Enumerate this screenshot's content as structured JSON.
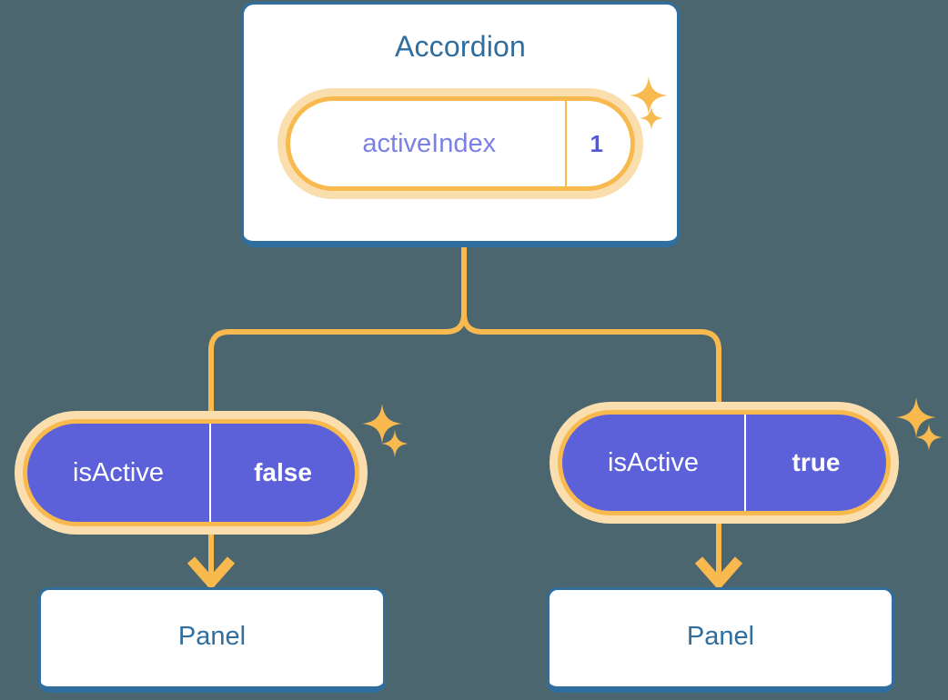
{
  "diagram": {
    "type": "component-tree",
    "title_text": "React component state propagation diagram",
    "background_color": "#4C6670",
    "accent_blue": "#2F6E9F",
    "accent_orange": "#F8B94F",
    "accent_orange_halo": "#FBDEAE",
    "accent_purple": "#5C61DA",
    "accent_purple_text": "#7B80E4",
    "card_background": "#FFFFFF"
  },
  "root": {
    "component_name": "Accordion",
    "prop": {
      "key": "activeIndex",
      "value": "1",
      "style": "light"
    }
  },
  "branches": [
    {
      "id": "left",
      "prop": {
        "key": "isActive",
        "value": "false",
        "style": "purple"
      },
      "child": {
        "component_name": "Panel"
      }
    },
    {
      "id": "right",
      "prop": {
        "key": "isActive",
        "value": "true",
        "style": "purple"
      },
      "child": {
        "component_name": "Panel"
      }
    }
  ],
  "decorations": {
    "sparkle_icon_name": "sparkle-icon",
    "sparkle_color": "#F8B94F",
    "sparkle_count": 6
  },
  "connectors": {
    "color": "#F8B94F",
    "stroke_width": 6,
    "arrowheads": 2,
    "description": "Tree connector from Accordion card splitting to two isActive pills, each with a downward arrow into a Panel box"
  }
}
